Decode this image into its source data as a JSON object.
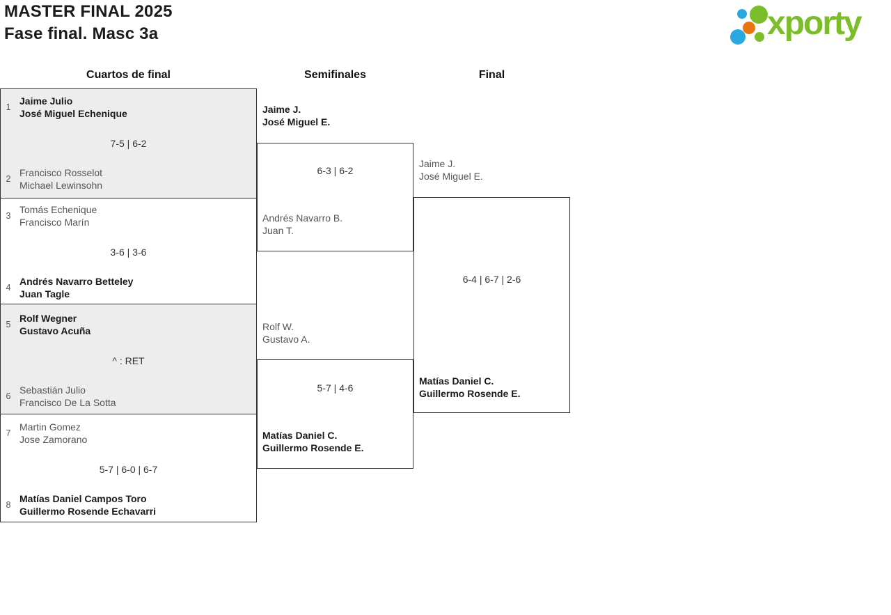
{
  "header": {
    "title": "MASTER FINAL 2025",
    "subtitle": "Fase final. Masc 3a",
    "logo_text": "xporty"
  },
  "columns": [
    "Cuartos de final",
    "Semifinales",
    "Final"
  ],
  "colors": {
    "logo_green": "#7bbd2b",
    "logo_blue": "#29a9e1",
    "logo_orange": "#e87710",
    "shaded_match_bg": "#ededed",
    "box_border": "#333333",
    "winner_text": "#1a1a1a",
    "team_text": "#555555"
  },
  "quarterfinals": [
    {
      "seed1": "1",
      "team1": [
        "Jaime Julio",
        "José Miguel Echenique"
      ],
      "score": "7-5 | 6-2",
      "seed2": "2",
      "team2": [
        "Francisco Rosselot",
        "Michael Lewinsohn"
      ],
      "winner": "team1"
    },
    {
      "seed1": "3",
      "team1": [
        "Tomás Echenique",
        "Francisco Marín"
      ],
      "score": "3-6 | 3-6",
      "seed2": "4",
      "team2": [
        "Andrés Navarro Betteley",
        "Juan Tagle"
      ],
      "winner": "team2"
    },
    {
      "seed1": "5",
      "team1": [
        "Rolf Wegner",
        "Gustavo Acuña"
      ],
      "score": "^ : RET",
      "seed2": "6",
      "team2": [
        "Sebastián Julio",
        "Francisco De La Sotta"
      ],
      "winner": "team1"
    },
    {
      "seed1": "7",
      "team1": [
        "Martin Gomez",
        "Jose Zamorano"
      ],
      "score": "5-7 | 6-0 | 6-7",
      "seed2": "8",
      "team2": [
        "Matías Daniel Campos Toro",
        "Guillermo Rosende Echavarri"
      ],
      "winner": "team2"
    }
  ],
  "semifinals": [
    {
      "team1": [
        "Jaime J.",
        "José Miguel E."
      ],
      "score": "6-3 | 6-2",
      "team2": [
        "Andrés Navarro B.",
        "Juan T."
      ],
      "winner": "team1"
    },
    {
      "team1": [
        "Rolf W.",
        "Gustavo A."
      ],
      "score": "5-7 | 4-6",
      "team2": [
        "Matías Daniel C.",
        "Guillermo Rosende E."
      ],
      "winner": "team2"
    }
  ],
  "final": {
    "team1": [
      "Jaime J.",
      "José Miguel E."
    ],
    "score": "6-4 | 6-7 | 2-6",
    "team2": [
      "Matías Daniel C.",
      "Guillermo Rosende E."
    ],
    "winner": "team2"
  }
}
